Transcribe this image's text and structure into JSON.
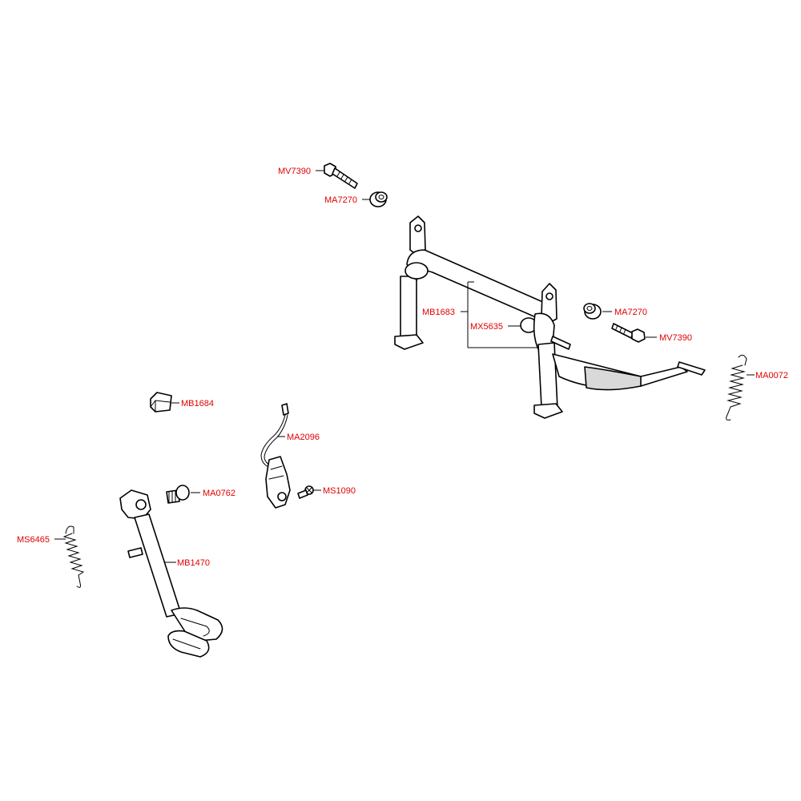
{
  "labels": {
    "mv7390_top": "MV7390",
    "ma7270_top": "MA7270",
    "mb1683": "MB1683",
    "mx5635": "MX5635",
    "ma7270_right": "MA7270",
    "mv7390_right": "MV7390",
    "ma0072": "MA0072",
    "mb1684": "MB1684",
    "ma2096": "MA2096",
    "ma0762": "MA0762",
    "ms1090": "MS1090",
    "ms6465": "MS6465",
    "mb1470": "MB1470"
  },
  "colors": {
    "label": "#e00000",
    "line": "#000000",
    "background": "#ffffff"
  }
}
